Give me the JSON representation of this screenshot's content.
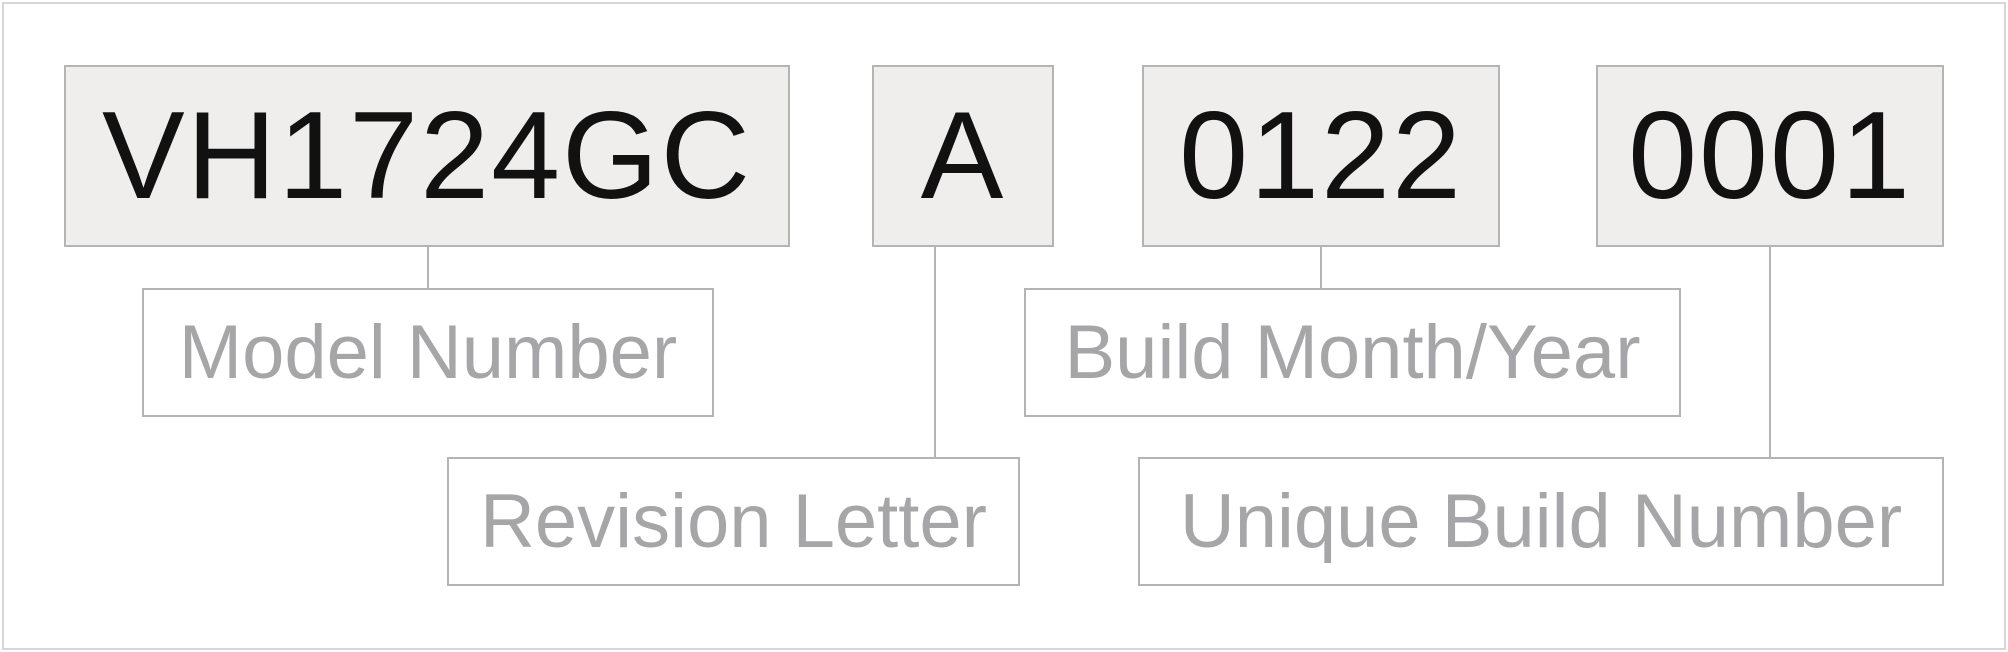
{
  "segments": {
    "model": "VH1724GC",
    "revision": "A",
    "build_date": "0122",
    "build_number": "0001"
  },
  "labels": {
    "model": "Model Number",
    "revision": "Revision Letter",
    "build_date": "Build Month/Year",
    "build_number": "Unique Build Number"
  },
  "colors": {
    "segment_fill": "#efeeec",
    "border": "#b4b4b4",
    "segment_text": "#111111",
    "label_text": "#a6a6a9"
  }
}
